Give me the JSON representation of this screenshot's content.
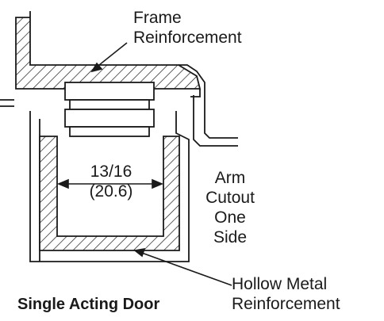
{
  "labels": {
    "frame_reinforcement": [
      "Frame",
      "Reinforcement"
    ],
    "dimension": [
      "13/16",
      "(20.6)"
    ],
    "arm_cutout": [
      "Arm",
      "Cutout",
      "One",
      "Side"
    ],
    "hollow_metal_reinforcement": [
      "Hollow Metal",
      "Reinforcement"
    ],
    "caption": "Single Acting Door"
  },
  "colors": {
    "line": "#1a1a1a",
    "background": "#ffffff"
  }
}
